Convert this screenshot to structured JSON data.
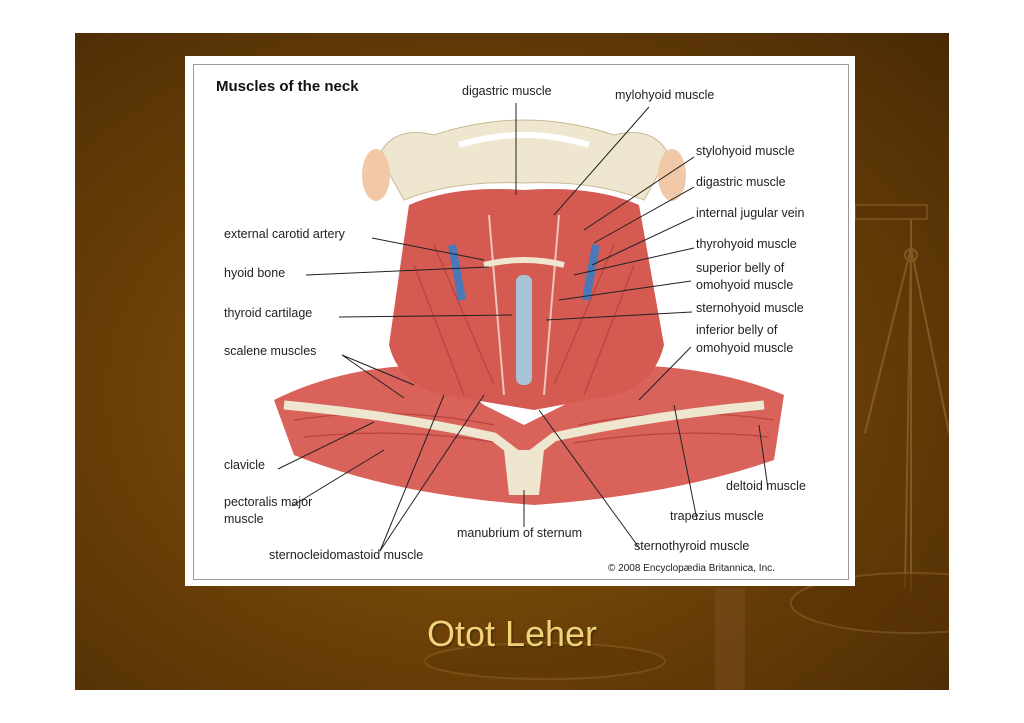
{
  "figure": {
    "title": "Muscles of the neck",
    "copyright": "© 2008 Encyclopædia Britannica, Inc.",
    "labels": {
      "digastric_top": "digastric muscle",
      "mylohyoid": "mylohyoid muscle",
      "stylohyoid": "stylohyoid muscle",
      "digastric_right": "digastric muscle",
      "internal_jugular": "internal jugular vein",
      "external_carotid": "external carotid artery",
      "thyrohyoid": "thyrohyoid muscle",
      "hyoid_bone": "hyoid bone",
      "superior_omohyoid_1": "superior belly of",
      "superior_omohyoid_2": "omohyoid muscle",
      "thyroid_cartilage": "thyroid cartilage",
      "sternohyoid": "sternohyoid muscle",
      "inferior_omohyoid_1": "inferior belly of",
      "inferior_omohyoid_2": "omohyoid muscle",
      "scalene": "scalene muscles",
      "clavicle": "clavicle",
      "deltoid": "deltoid muscle",
      "pectoralis_1": "pectoralis major",
      "pectoralis_2": "muscle",
      "trapezius": "trapezius muscle",
      "manubrium": "manubrium of sternum",
      "sternothyroid": "sternothyroid muscle",
      "sternocleidomastoid": "sternocleidomastoid muscle"
    }
  },
  "slide": {
    "title": "Otot Leher"
  },
  "colors": {
    "background": "#6e4208",
    "title": "#f0d27a",
    "muscle": "#d9625a",
    "bone": "#efe6cf"
  }
}
